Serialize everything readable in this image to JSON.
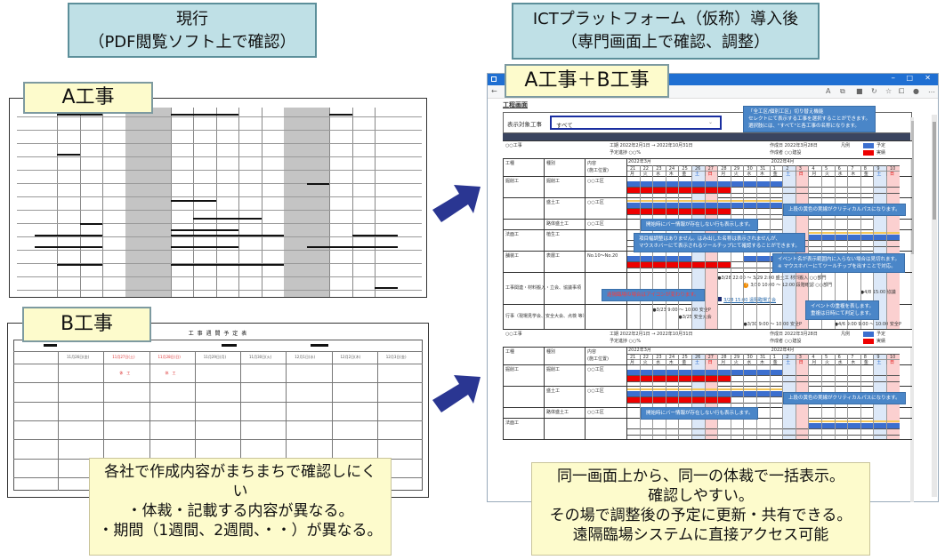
{
  "headers": {
    "left": {
      "line1": "現行",
      "line2": "（PDF閲覧ソフト上で確認）"
    },
    "right": {
      "line1": "ICTプラットフォーム（仮称）導入後",
      "line2": "（専門画面上で確認、調整）"
    }
  },
  "labels": {
    "a": "A工事",
    "b": "B工事",
    "ab": "A工事＋B工事"
  },
  "notes": {
    "left": [
      "各社で作成内容がまちまちで確認しにく",
      "い",
      "・体裁・記載する内容が異なる。",
      "・期間（1週間、2週間、・・）が異なる。"
    ],
    "right": [
      "同一画面上から、同一の体裁で一括表示。",
      "確認しやすい。",
      "その場で調整後の予定に更新・共有できる。",
      "遠隔臨場システムに直接アクセス可能"
    ]
  },
  "doc_b": {
    "title": "工 事 週 間 予 定 表",
    "dates": [
      "11月26日(金)",
      "11月27日(土)",
      "11月28日(日)",
      "11月29日(月)",
      "11月30日(火)",
      "12月1日(水)",
      "12月2日(木)",
      "12月3日(金)"
    ],
    "holiday": "休　工"
  },
  "browser": {
    "controls": [
      "–",
      "□",
      "✕"
    ],
    "toolbar_icons": [
      "back-icon",
      "read-aloud-icon",
      "tab-icon",
      "collections-icon",
      "refresh-icon",
      "favorites-icon",
      "extensions-icon",
      "profile-icon",
      "more-icon"
    ]
  },
  "gantt": {
    "title": "工程画面",
    "filter_label": "表示対象工事",
    "filter_value": "すべて",
    "legend_title": "凡例",
    "legend": [
      {
        "label": "予定",
        "color": "#3c6fcf"
      },
      {
        "label": "実績",
        "color": "#ee0000"
      }
    ],
    "critical_color": "#f5c85a",
    "columns": {
      "cat": "工種",
      "kind": "種別",
      "content": "内容",
      "content2": "(施工位置)"
    },
    "months": [
      {
        "label": "2022年3月",
        "start": 0
      },
      {
        "label": "2022年4月",
        "start": 11
      }
    ],
    "days": [
      "21",
      "22",
      "23",
      "24",
      "25",
      "26",
      "27",
      "28",
      "29",
      "30",
      "31",
      "1",
      "2",
      "3",
      "4",
      "5",
      "6",
      "7",
      "8",
      "9",
      "10"
    ],
    "weekdays": [
      "月",
      "火",
      "水",
      "木",
      "金",
      "土",
      "日",
      "月",
      "火",
      "水",
      "木",
      "金",
      "土",
      "日",
      "月",
      "火",
      "水",
      "木",
      "金",
      "土",
      "日"
    ],
    "saturdays": [
      5,
      12,
      19
    ],
    "sundays": [
      6,
      13,
      20
    ],
    "projects": [
      {
        "name": "○○工事",
        "period": "工期 2022年2月1日 → 2022年10月31日",
        "progress": "予定進捗 ○○%",
        "created": "作成日 2022年3月28日",
        "author": "作成者 ○○建設",
        "rows": [
          {
            "cat": "掘削工",
            "kind": "掘削工",
            "content": "○○工区",
            "plan": [
              [
                0,
                11
              ]
            ],
            "actual": [
              [
                0,
                7
              ]
            ]
          },
          {
            "cat": "",
            "kind": "盛土工",
            "content": "○○工区",
            "critical": [
              [
                0,
                11
              ]
            ],
            "plan": [
              [
                0,
                11
              ]
            ],
            "actual": [
              [
                0,
                7
              ]
            ]
          },
          {
            "cat": "",
            "kind": "路体盛土工",
            "content": "○○工区",
            "plan": [],
            "actual": []
          },
          {
            "cat": "法面工",
            "kind": "植生工",
            "content": "",
            "critical": [
              [
                14,
                20
              ]
            ],
            "plan": [
              [
                14,
                20
              ]
            ],
            "actual": []
          },
          {
            "cat": "舗装工",
            "kind": "表層工",
            "content": "No.10～No.20",
            "plan": [
              [
                0,
                4
              ],
              [
                9,
                12
              ]
            ],
            "actual": [
              [
                0,
                7
              ]
            ]
          }
        ],
        "events": [
          {
            "label": "工事関連・材料搬入・立会、協議事項",
            "items": [
              {
                "text": "●3/28 22:00 ～ 3/29 2:00 盛土工 材料搬入 ○○部門",
                "day": 7,
                "lane": 0
              },
              {
                "text": "3/30 10:00 ～ 12:00 段階確認 ○○部門",
                "day": 9,
                "lane": 1,
                "warn": "!"
              },
              {
                "text": "●4/8 15:00 協議",
                "day": 18,
                "lane": 2
              },
              {
                "text": "3/28 15:00 遠隔臨場立会",
                "day": 7,
                "lane": 3,
                "remote": true
              }
            ]
          },
          {
            "label": "行事（現場見学会、安全大会、点検 等）",
            "items": [
              {
                "text": "●3/23 9:00 ～ 10:00 安全P",
                "day": 2,
                "lane": 0
              },
              {
                "text": "●3/25 安全大会",
                "day": 4,
                "lane": 1
              },
              {
                "text": "●3/30 9:00 ～ 10:00 安全P",
                "day": 9,
                "lane": 2
              },
              {
                "text": "●4/6 9:00 9:00 ～ 10:00 安全P",
                "day": 16,
                "lane": 2
              }
            ]
          }
        ]
      },
      {
        "name": "○○工事",
        "period": "工期 2022年2月1日 → 2022年10月31日",
        "progress": "予定進捗 ○○%",
        "created": "作成日 2022年3月28日",
        "author": "作成者 ○○建設",
        "rows": [
          {
            "cat": "掘削工",
            "kind": "掘削工",
            "content": "○○工区",
            "plan": [
              [
                0,
                11
              ]
            ],
            "actual": [
              [
                0,
                7
              ]
            ]
          },
          {
            "cat": "",
            "kind": "盛土工",
            "content": "○○工区",
            "critical": [
              [
                0,
                11
              ]
            ],
            "plan": [
              [
                0,
                11
              ]
            ],
            "actual": [
              [
                0,
                7
              ]
            ]
          },
          {
            "cat": "",
            "kind": "路体盛土工",
            "content": "○○工区",
            "plan": [],
            "actual": []
          },
          {
            "cat": "法面工",
            "kind": "",
            "content": "",
            "critical": [
              [
                14,
                20
              ]
            ],
            "plan": [
              [
                14,
                20
              ]
            ],
            "actual": []
          }
        ],
        "events": []
      }
    ],
    "callouts": [
      {
        "lines": [
          "「全工区/個別工区」切り替え機能",
          "セレクトにて表示する工事を選択することができます。",
          "選択肢には、\"すべて\"と各工事の名称になります。"
        ]
      },
      {
        "lines": [
          "上段の黄色の実線がクリティカルパスになります。"
        ]
      },
      {
        "lines": [
          "開始時にバー情報が存在しない行も表示します。"
        ]
      },
      {
        "lines": [
          "項目幅調整はありません。はみ出した名称は表示されませんが、",
          "マウスホバーにて表示されるツールチップにて確認することができます。"
        ]
      },
      {
        "lines": [
          "イベント名が表示範囲内に入らない場合は見切れます。",
          "※ マウスホバーにてツールチップを出すことで対応。"
        ]
      },
      {
        "lines": [
          "遠隔臨場の場合はアイコンが変わります。"
        ]
      },
      {
        "lines": [
          "イベントの重複を表します。",
          "重複は日時にて判定します。"
        ]
      },
      {
        "lines": [
          "上段の黄色の実線がクリティカルパスになります。"
        ]
      },
      {
        "lines": [
          "開始時にバー情報が存在しない行も表示します。"
        ]
      }
    ]
  }
}
